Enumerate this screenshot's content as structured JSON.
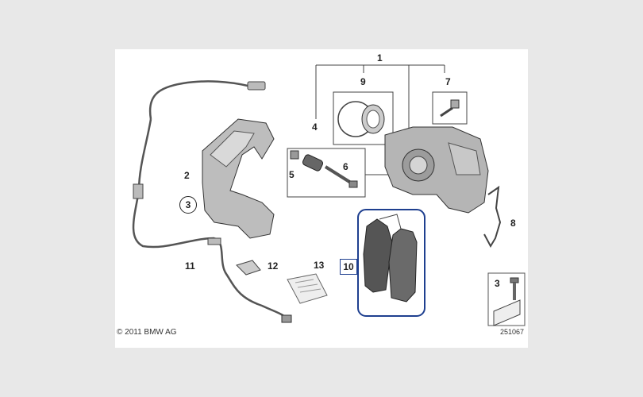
{
  "diagram": {
    "callouts": {
      "c1": "1",
      "c2": "2",
      "c3": "3",
      "c4": "4",
      "c5": "5",
      "c6": "6",
      "c7": "7",
      "c8": "8",
      "c9": "9",
      "c10": "10",
      "c11": "11",
      "c12": "12",
      "c13": "13",
      "c3b": "3"
    },
    "copyright": "© 2011 BMW AG",
    "image_number": "251067",
    "highlight_color": "#1e3f8f"
  }
}
